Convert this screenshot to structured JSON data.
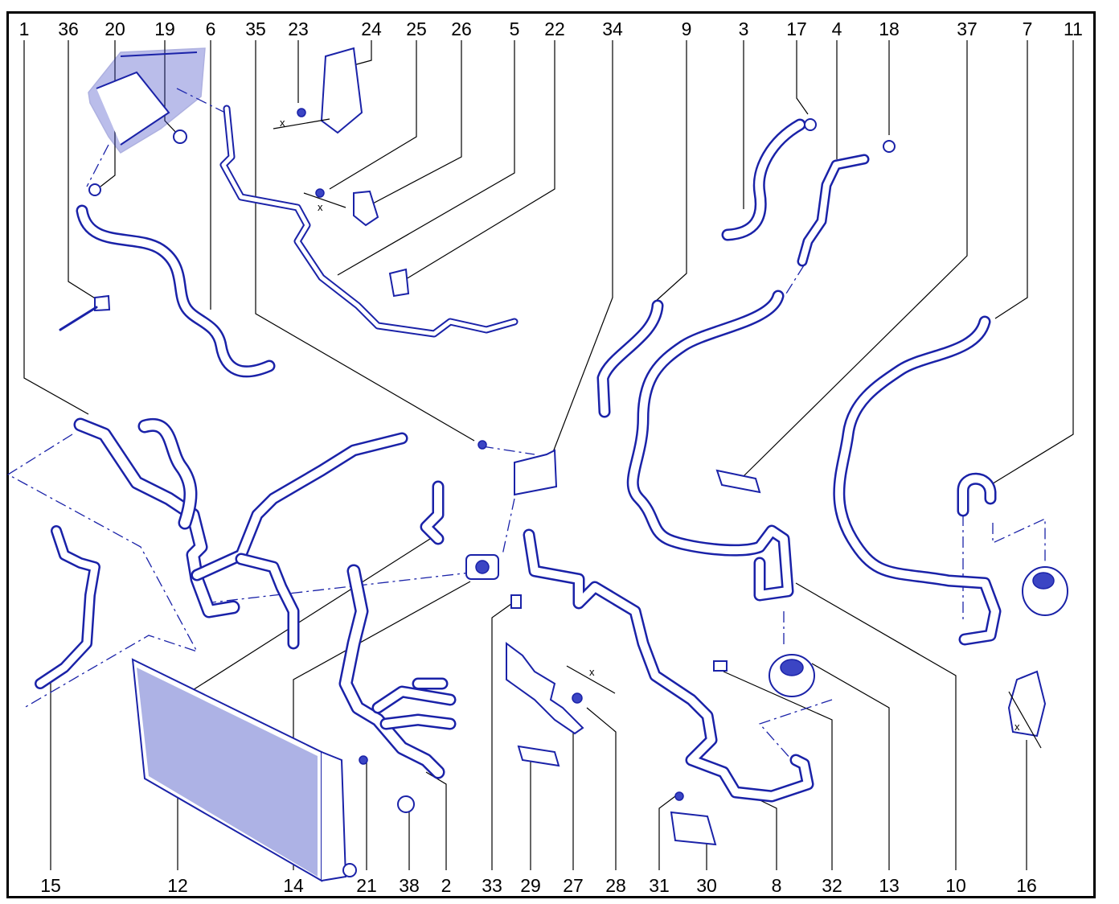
{
  "diagram": {
    "top_labels": [
      "1",
      "36",
      "20",
      "19",
      "6",
      "35",
      "23",
      "24",
      "25",
      "26",
      "5",
      "22",
      "34",
      "9",
      "3",
      "17",
      "4",
      "18",
      "37",
      "7",
      "11"
    ],
    "bottom_labels": [
      "15",
      "12",
      "14",
      "21",
      "38",
      "2",
      "33",
      "29",
      "27",
      "28",
      "31",
      "30",
      "8",
      "32",
      "13",
      "10",
      "16"
    ],
    "marker_x": "x",
    "colors": {
      "line": "#1a22a8",
      "frame": "#000000",
      "background": "#ffffff"
    }
  }
}
